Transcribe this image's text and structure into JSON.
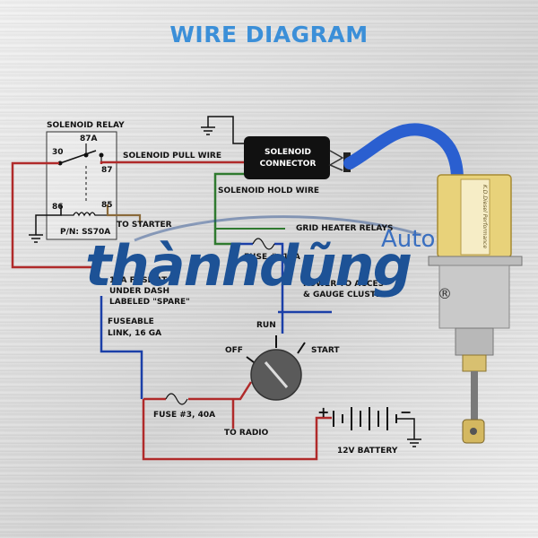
{
  "title": "WIRE DIAGRAM",
  "labels": {
    "solenoid_relay": "SOLENOID RELAY",
    "pin_30": "30",
    "pin_87a": "87A",
    "pin_87": "87",
    "pin_86": "86",
    "pin_85": "85",
    "part_number": "P/N: SS70A",
    "solenoid_pull_wire": "SOLENOID PULL WIRE",
    "solenoid_connector": "SOLENOID\nCONNECTOR",
    "solenoid_hold_wire": "SOLENOID HOLD WIRE",
    "to_starter": "TO STARTER",
    "grid_heater_relays": "GRID HEATER RELAYS",
    "fuse_10a": "FUSE #, 10A",
    "fuse_panel_line1": "15A FUSE AT",
    "fuse_panel_line2": "UNDER DASH",
    "fuse_panel_line3": "LABELED \"SPARE\"",
    "gauge_line1": "POWER TO ACCES",
    "gauge_line2": "& GAUGE CLUSTER",
    "fuseable_link_line1": "FUSEABLE",
    "fuseable_link_line2": "LINK, 16 GA",
    "off": "OFF",
    "run": "RUN",
    "start": "START",
    "fuse_3": "FUSE #3, 40A",
    "to_radio": "TO RADIO",
    "battery": "12V BATTERY",
    "plus": "+",
    "minus": "−",
    "solenoid_text": "K.D.Diesel Performance"
  },
  "watermark": {
    "brand_dark": "thành",
    "brand_light": "dũng",
    "auto": "Auto",
    "reg": "®"
  },
  "colors": {
    "title": "#3b8fd8",
    "wire_red": "#b02a2a",
    "wire_blue": "#1b3fa8",
    "wire_green": "#2f7a2f",
    "wire_black": "#111111",
    "wire_brown": "#8a6a3a",
    "solenoid_body": "#e8d27a",
    "hose_blue": "#2a5fd0"
  }
}
